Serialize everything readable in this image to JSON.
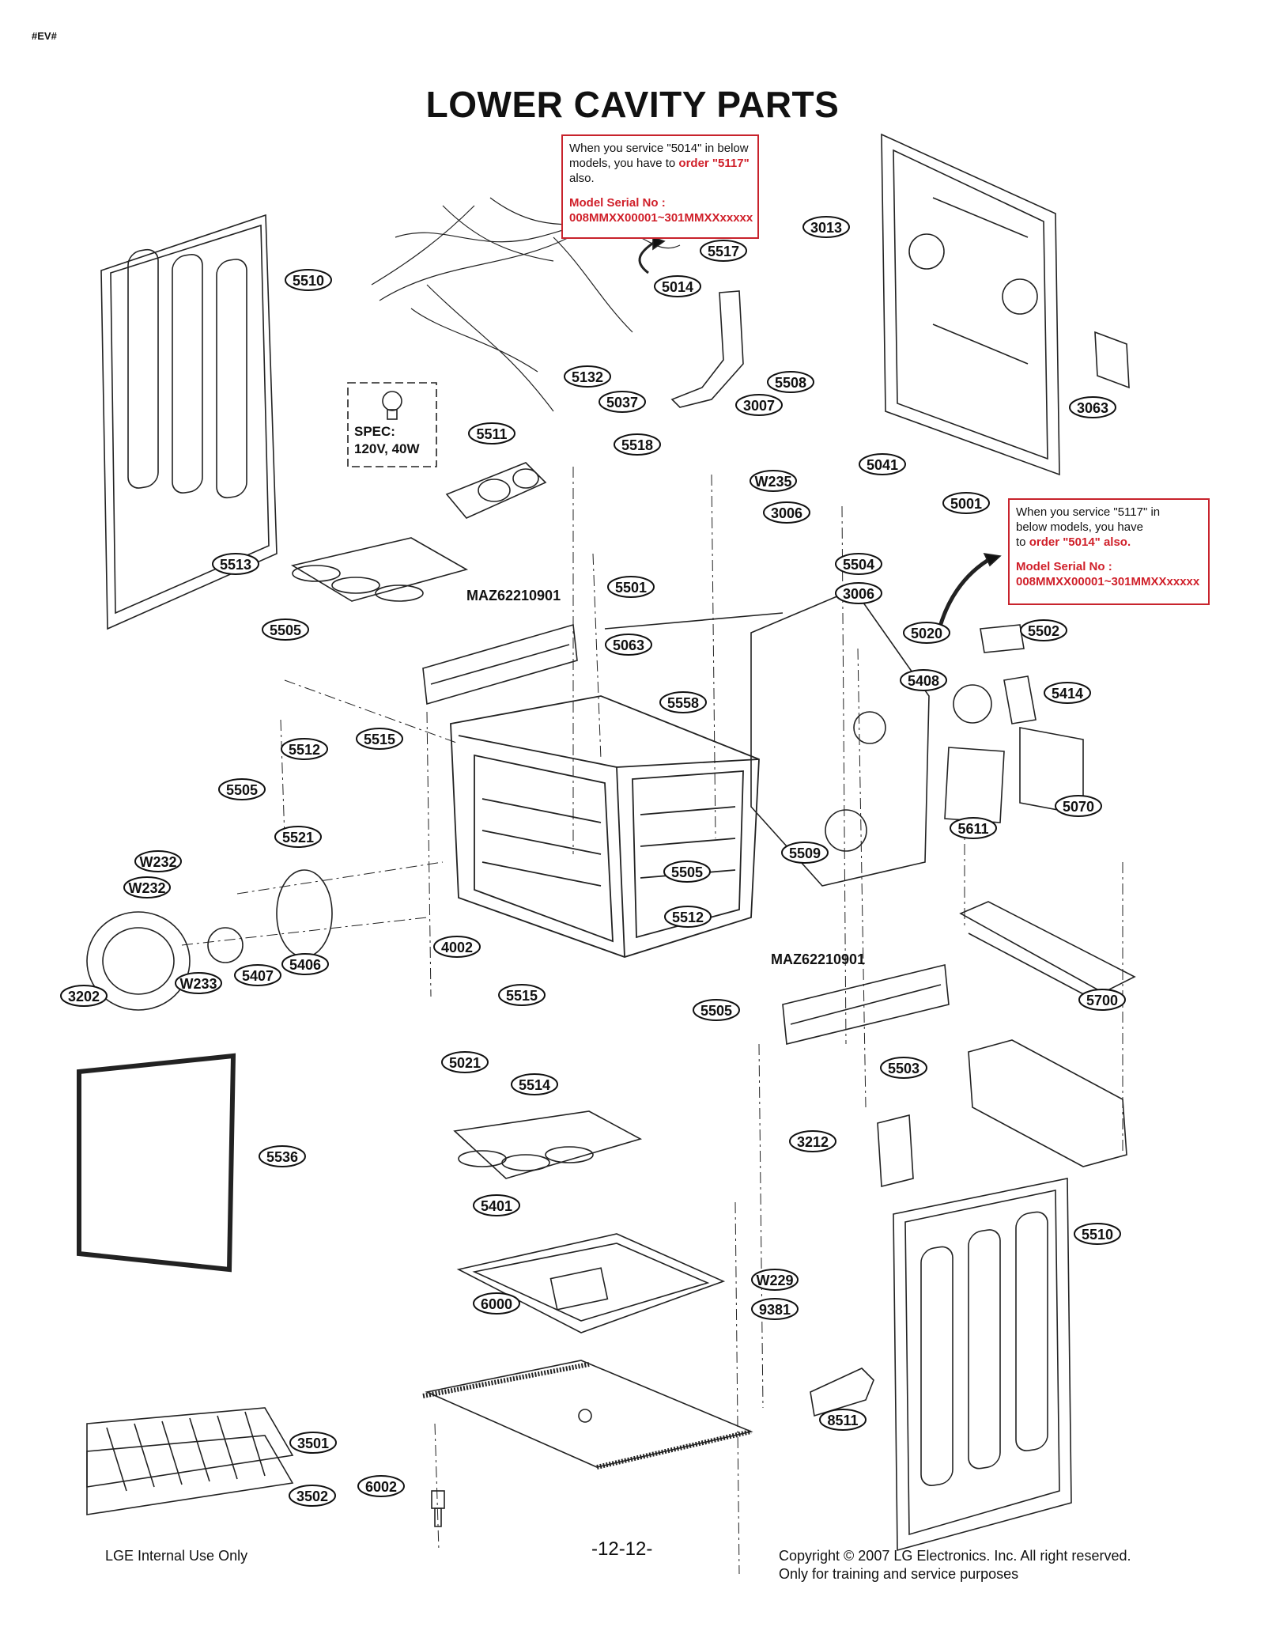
{
  "header": {
    "tag": "#EV#",
    "title": "LOWER CAVITY PARTS"
  },
  "notes": {
    "note_5014": {
      "line1": "When you service \"5014\" in below",
      "line2a": "models, you have to ",
      "line2b": "order \"5117\"",
      "line3": "also.",
      "serial_label": "Model Serial No :",
      "serial_range": "008MMXX00001~301MMXXxxxxx"
    },
    "note_5117": {
      "line1": "When you service \"5117\" in",
      "line2": "below models, you have",
      "line3a": "to ",
      "line3b": "order \"5014\" also.",
      "serial_label": "Model Serial No :",
      "serial_range": "008MMXX00001~301MMXXxxxxx"
    }
  },
  "spec": {
    "line1": "SPEC:",
    "line2": "120V, 40W"
  },
  "maz_labels": [
    "MAZ62210901",
    "MAZ62210901"
  ],
  "part_labels": [
    "5510",
    "5014",
    "5517",
    "3013",
    "5132",
    "5037",
    "5508",
    "3007",
    "3063",
    "5511",
    "5518",
    "W235",
    "5041",
    "5001",
    "3006",
    "5504",
    "5513",
    "5501",
    "3006",
    "5505",
    "5063",
    "5020",
    "5502",
    "5558",
    "5408",
    "5414",
    "5512",
    "5515",
    "5505",
    "5070",
    "5611",
    "5509",
    "5521",
    "W232",
    "W232",
    "5505",
    "5512",
    "5406",
    "5407",
    "W233",
    "3202",
    "4002",
    "5515",
    "5505",
    "5700",
    "5021",
    "5503",
    "5514",
    "5536",
    "3212",
    "5401",
    "5510",
    "W229",
    "9381",
    "6000",
    "8511",
    "3501",
    "6002",
    "3502"
  ],
  "footer": {
    "left": "LGE Internal Use Only",
    "page": "-12-12-",
    "copyright": "Copyright © 2007 LG Electronics. Inc. All right reserved.",
    "purpose": "Only for training and service purposes"
  },
  "colors": {
    "accent_red": "#d0202a",
    "line": "#111111"
  }
}
